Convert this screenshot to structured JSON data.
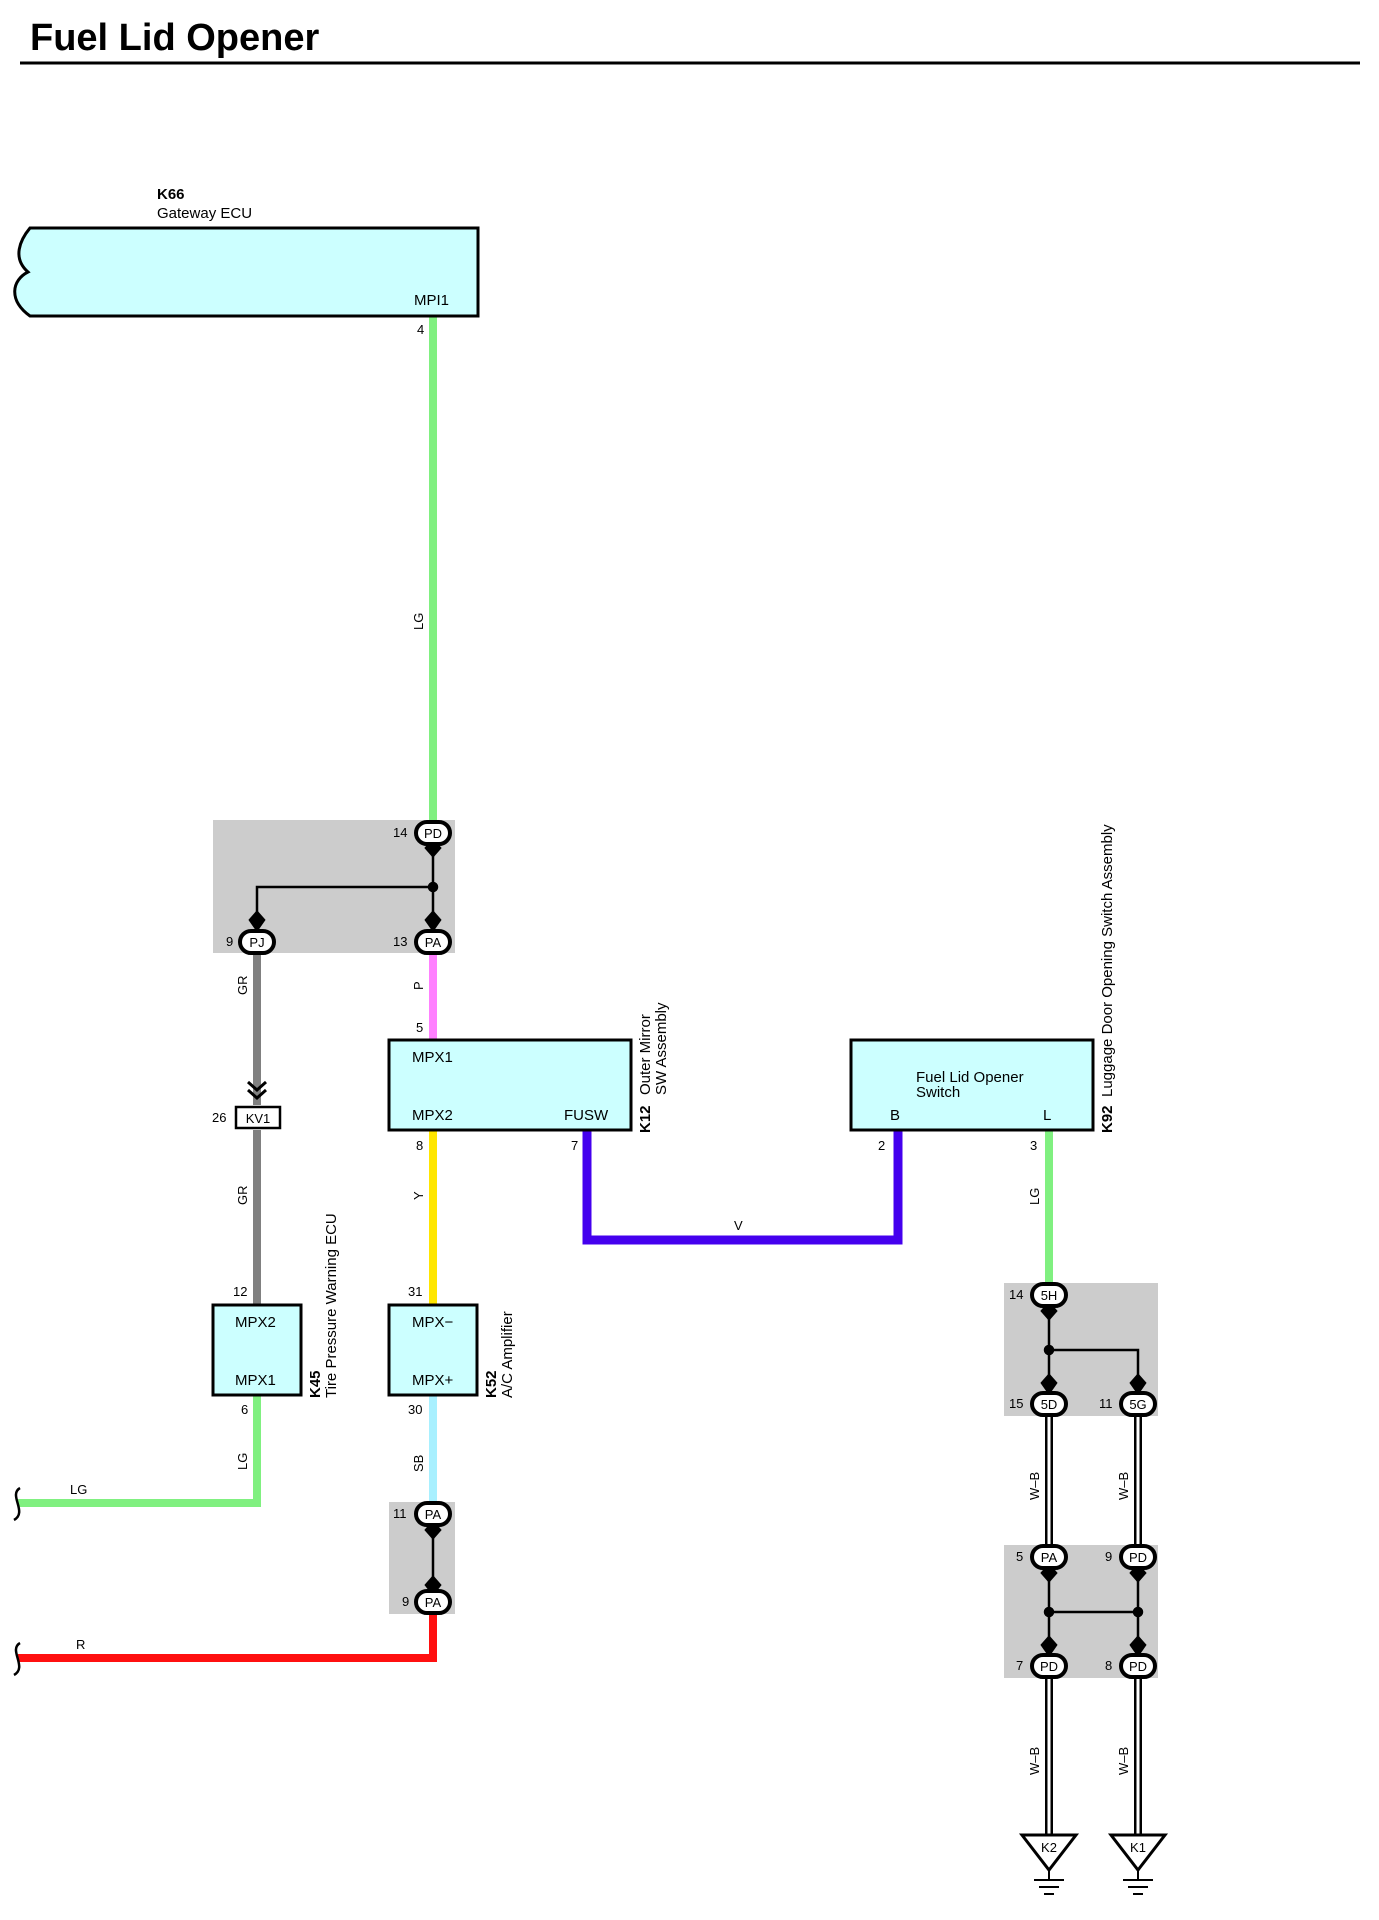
{
  "title": "Fuel Lid Opener",
  "components": {
    "k66": {
      "code": "K66",
      "name": "Gateway ECU",
      "terminal": "MPI1",
      "pin": "4"
    },
    "k12": {
      "code": "K12",
      "name_line1": "Outer Mirror",
      "name_line2": "SW Assembly",
      "t_mpx1": "MPX1",
      "t_mpx2": "MPX2",
      "t_fusw": "FUSW",
      "pin_mpx1": "5",
      "pin_mpx2": "8",
      "pin_fusw": "7"
    },
    "k92": {
      "code": "K92",
      "name": "Luggage Door Opening Switch Assembly",
      "label_line1": "Fuel Lid Opener",
      "label_line2": "Switch",
      "t_b": "B",
      "t_l": "L",
      "pin_b": "2",
      "pin_l": "3"
    },
    "k45": {
      "code": "K45",
      "name": "Tire Pressure Warning ECU",
      "t_mpx2": "MPX2",
      "t_mpx1": "MPX1",
      "pin_mpx2": "12",
      "pin_mpx1": "6"
    },
    "k52": {
      "code": "K52",
      "name": "A/C Amplifier",
      "t_mpxm": "MPX−",
      "t_mpxp": "MPX+",
      "pin_mpxm": "31",
      "pin_mpxp": "30"
    }
  },
  "connectors": {
    "pd_top": {
      "id": "PD",
      "pin": "14"
    },
    "pj": {
      "id": "PJ",
      "pin": "9"
    },
    "pa_13": {
      "id": "PA",
      "pin": "13"
    },
    "kv1": {
      "id": "KV1",
      "pin": "26"
    },
    "pa_11": {
      "id": "PA",
      "pin": "11"
    },
    "pa_9": {
      "id": "PA",
      "pin": "9"
    },
    "c5h": {
      "id": "5H",
      "pin": "14"
    },
    "c5d": {
      "id": "5D",
      "pin": "15"
    },
    "c5g": {
      "id": "5G",
      "pin": "11"
    },
    "pa_5": {
      "id": "PA",
      "pin": "5"
    },
    "pd_9": {
      "id": "PD",
      "pin": "9"
    },
    "pd_7": {
      "id": "PD",
      "pin": "7"
    },
    "pd_8": {
      "id": "PD",
      "pin": "8"
    }
  },
  "grounds": {
    "k2": "K2",
    "k1": "K1"
  },
  "wires": {
    "lg_main": {
      "label": "LG",
      "color": "#80f080"
    },
    "gr_upper": {
      "label": "GR",
      "color": "#808080"
    },
    "gr_lower": {
      "label": "GR",
      "color": "#808080"
    },
    "p": {
      "label": "P",
      "color": "#ff80ff"
    },
    "y": {
      "label": "Y",
      "color": "#ffe600"
    },
    "v": {
      "label": "V",
      "color": "#4400ee"
    },
    "lg_k92": {
      "label": "LG",
      "color": "#80f080"
    },
    "lg_left": {
      "label": "LG",
      "color": "#80f080"
    },
    "sb": {
      "label": "SB",
      "color": "#a8f0ff"
    },
    "r": {
      "label": "R",
      "color": "#ff1010"
    },
    "wb_1": {
      "label": "W–B"
    },
    "wb_2": {
      "label": "W–B"
    },
    "wb_3": {
      "label": "W–B"
    },
    "wb_4": {
      "label": "W–B"
    }
  },
  "colors": {
    "box_fill": "#ccffff",
    "splice_bg": "#cccccc"
  }
}
